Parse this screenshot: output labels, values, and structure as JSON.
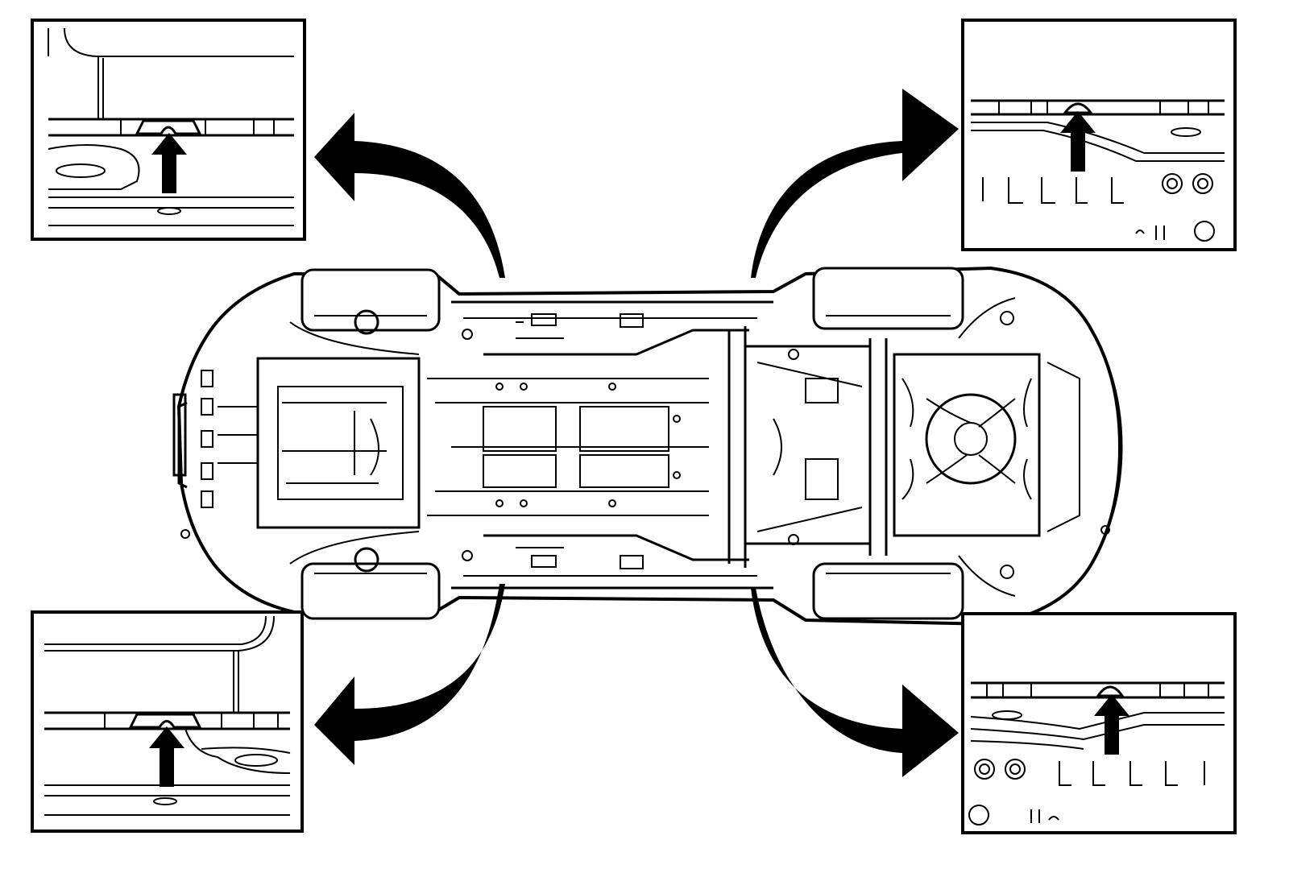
{
  "figure": {
    "subject": "vehicle-underbody",
    "view": "bottom",
    "callouts": [
      {
        "id": "front-left",
        "pointer": "up-arrow",
        "icon": "lift-point-notch"
      },
      {
        "id": "rear-left",
        "pointer": "up-arrow",
        "icon": "lift-point-notch"
      },
      {
        "id": "front-right",
        "pointer": "up-arrow",
        "icon": "lift-point-notch"
      },
      {
        "id": "rear-right",
        "pointer": "up-arrow",
        "icon": "lift-point-notch"
      }
    ],
    "colors": {
      "line": "#000000",
      "background": "#ffffff"
    }
  }
}
